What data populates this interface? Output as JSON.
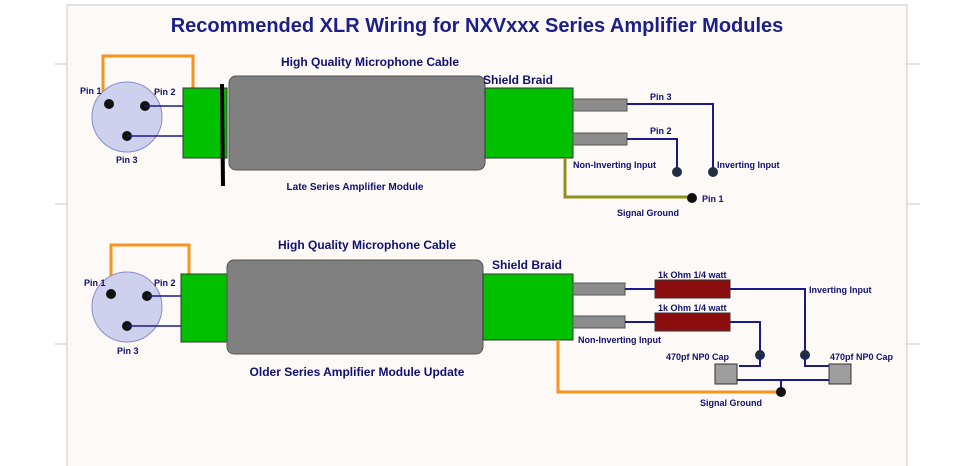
{
  "diagram": {
    "title": "Recommended XLR Wiring for NXVxxx Series Amplifier Modules",
    "colors": {
      "page": "#fdf9f6",
      "title": "#1b1f8a",
      "wire": "#1a1a8c",
      "orange": "#f7941d",
      "ground_olive": "#8f8f1a",
      "cable_gray": "#808080",
      "braid_green": "#00c000",
      "resistor": "#8b0d0d",
      "cap_gray": "#9e9e9e",
      "xlr_fill": "#ced1ee"
    },
    "top": {
      "cable_label": "High Quality Microphone Cable",
      "shield_label": "Shield Braid",
      "pin1": "Pin 1",
      "pin2": "Pin 2",
      "pin3": "Pin 3",
      "out_pin3": "Pin 3",
      "out_pin2": "Pin 2",
      "noninv": "Non-Inverting Input",
      "inv": "Inverting Input",
      "ground": "Signal Ground",
      "pin1_out": "Pin 1",
      "module": "Late Series Amplifier Module"
    },
    "bottom": {
      "cable_label": "High Quality Microphone Cable",
      "shield_label": "Shield Braid",
      "pin1": "Pin 1",
      "pin2": "Pin 2",
      "pin3": "Pin 3",
      "res1": "1k Ohm 1/4 watt",
      "res2": "1k Ohm 1/4 watt",
      "inv": "Inverting Input",
      "noninv": "Non-Inverting Input",
      "cap1": "470pf NP0 Cap",
      "cap2": "470pf NP0 Cap",
      "ground": "Signal Ground",
      "module": "Older Series Amplifier Module Update"
    }
  }
}
